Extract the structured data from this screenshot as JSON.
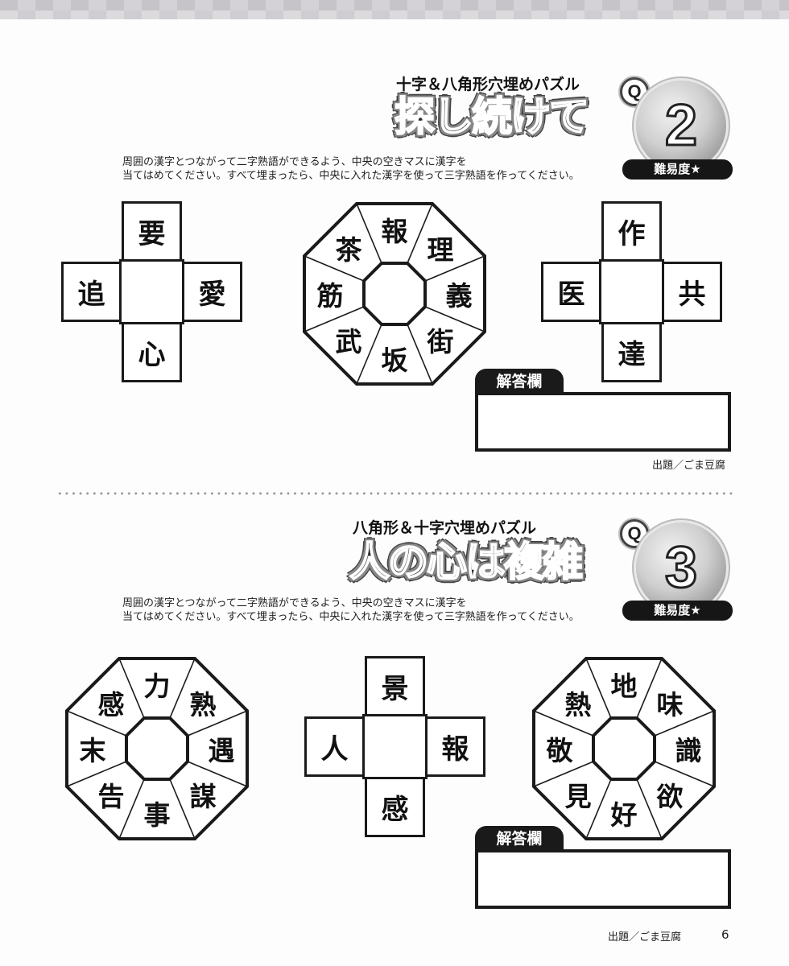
{
  "page": {
    "number": "6"
  },
  "puzzles": [
    {
      "subtitle": "十字＆八角形穴埋めパズル",
      "title": "探し続けて",
      "q_label": "Q",
      "q_number": "2",
      "difficulty": "難易度★",
      "instructions": [
        "周囲の漢字とつながって二字熟語ができるよう、中央の空きマスに漢字を",
        "当てはめてください。すべて埋まったら、中央に入れた漢字を使って三字熟語を作ってください。"
      ],
      "grids": [
        {
          "type": "cross",
          "top": "要",
          "left": "追",
          "center": "",
          "right": "愛",
          "bottom": "心"
        },
        {
          "type": "octagon",
          "center": "",
          "cells": [
            "報",
            "理",
            "義",
            "街",
            "坂",
            "武",
            "筋",
            "茶"
          ]
        },
        {
          "type": "cross",
          "top": "作",
          "left": "医",
          "center": "",
          "right": "共",
          "bottom": "達"
        }
      ],
      "answer_label": "解答欄",
      "answer_value": "",
      "credit": "出題／ごま豆腐"
    },
    {
      "subtitle": "八角形＆十字穴埋めパズル",
      "title": "人の心は複雑",
      "q_label": "Q",
      "q_number": "3",
      "difficulty": "難易度★",
      "instructions": [
        "周囲の漢字とつながって二字熟語ができるよう、中央の空きマスに漢字を",
        "当てはめてください。すべて埋まったら、中央に入れた漢字を使って三字熟語を作ってください。"
      ],
      "grids": [
        {
          "type": "octagon",
          "center": "",
          "cells": [
            "力",
            "熟",
            "遇",
            "謀",
            "事",
            "告",
            "末",
            "感"
          ]
        },
        {
          "type": "cross",
          "top": "景",
          "left": "人",
          "center": "",
          "right": "報",
          "bottom": "感"
        },
        {
          "type": "octagon",
          "center": "",
          "cells": [
            "地",
            "味",
            "識",
            "欲",
            "好",
            "見",
            "敬",
            "熱"
          ]
        }
      ],
      "answer_label": "解答欄",
      "answer_value": "",
      "credit": "出題／ごま豆腐"
    }
  ],
  "colors": {
    "ink": "#1a1a1a",
    "stripe": "#c6c4c8",
    "separator": "#9a9a9a"
  }
}
